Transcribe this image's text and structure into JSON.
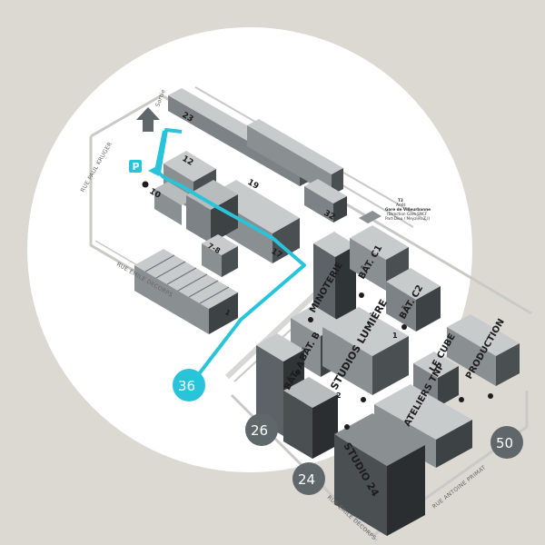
{
  "colors": {
    "background": "#dcd9d3",
    "circle": "#ffffff",
    "route": "#29c4d9",
    "badge_grey": "#5f676b",
    "badge_cyan": "#29c4d9",
    "building_light": "#b9bcbd",
    "building_mid": "#8a8f91",
    "building_dark": "#3d4245",
    "road": "#c9c9c7"
  },
  "icons": {
    "exit": "arrow-up-icon",
    "parking": "parking-icon",
    "entrance": "entrance-dot-icon"
  },
  "exit_label": "Sortie",
  "parking_label": "P",
  "streets": {
    "paul_kruger": "RUE PAUL KRUGER",
    "emile_decorps_top": "RUE ÉMILE DECORPS",
    "emile_decorps_bottom": "RUE ÉMILE DECORPS",
    "antoine_primat": "RUE ANTOINE PRIMAT"
  },
  "tram": {
    "line": "T3",
    "stop": "Arrêt",
    "station": "Gare de Villeurbanne",
    "direction": "(Direction Gare SNCF",
    "direction2": "Part-Dieu / Meyzieu Z.I)"
  },
  "buildings": {
    "b23": "23",
    "b12": "12",
    "b10": "10",
    "b19": "19",
    "b32": "32",
    "b17": "17",
    "b78": "7-8",
    "b1": "1",
    "minoterie": "MINOTERIE",
    "bat_c1": "BÂT. C1",
    "bat_c2": "BÂT. C2",
    "bat_b": "BÂT. B",
    "bat_a": "BÂT. A",
    "studios_lumiere": "STUDIOS LUMIÈRE",
    "studios_lumiere_num": "1",
    "studios_lumiere_num2": "2",
    "le_cube": "LE CUBE",
    "production": "PRODUCTION",
    "ateliers_tnp": "ATELIERS TNP",
    "studio_24": "STUDIO 24"
  },
  "address_badges": {
    "n36": "36",
    "n26": "26",
    "n24": "24",
    "n50": "50"
  }
}
